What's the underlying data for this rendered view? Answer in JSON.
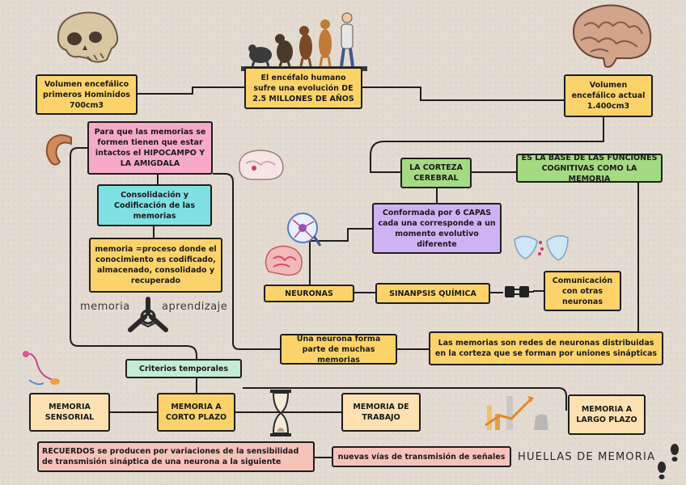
{
  "nodes": {
    "evolucion": "El encéfalo humano sufre una evolución DE 2.5 MILLONES DE AÑOS",
    "vol_hominidos": "Volumen encefálico primeros Hominidos 700cm3",
    "vol_actual": "Volumen encefálico actual 1.400cm3",
    "memorias_forman": "Para que las memorias se formen tienen que estar intactos el HIPOCAMPO Y LA AMIGDALA",
    "consolidacion": "Consolidación y Codificación de las memorias",
    "memoria_proceso": "memoria =proceso donde el conocimiento es codificado, almacenado, consolidado y recuperado",
    "corteza": "LA CORTEZA CEREBRAL",
    "base_funciones": "ES LA BASE DE LAS FUNCIONES COGNITIVAS COMO LA MEMORIA",
    "capas": "Conformada por 6 CAPAS cada una corresponde a un momento evolutivo diferente",
    "neuronas": "NEURONAS",
    "sinapsis": "SINANPSIS QUÍMICA",
    "comunicacion": "Comunicación con otras neuronas",
    "neurona_parte": "Una neurona forma parte de muchas memorias",
    "redes": "Las memorias son redes de neuronas distribuidas en la corteza que se forman por uniones sinápticas",
    "criterios": "Criterios temporales",
    "sensorial": "MEMORIA SENSORIAL",
    "corto_plazo": "MEMORIA A CORTO PLAZO",
    "trabajo": "MEMORIA DE TRABAJO",
    "largo_plazo": "MEMORIA A LARGO PLAZO",
    "recuerdos": "RECUERDOS se producen por variaciones de la sensibilidad de transmisión sináptica de una neurona a la siguiente",
    "nuevas_vias": "nuevas vías de transmisión de señales"
  },
  "labels": {
    "memoria": "memoria",
    "aprendizaje": "aprendizaje",
    "huellas": "HUELLAS DE MEMORIA"
  },
  "icons": [
    "skull-icon",
    "evolution-figures-icon",
    "brain-icon",
    "hippocampus-icon",
    "brain-section-icon",
    "neuron-cell-icon",
    "head-brain-icon",
    "synapse-icon",
    "plug-icon",
    "hands-icon",
    "hourglass-icon",
    "growth-chart-icon",
    "footprints-icon"
  ],
  "colors": {
    "yellow": "#fcd36b",
    "peach": "#fde1b2",
    "pink": "#f7a9c7",
    "cyan": "#7ee0e3",
    "lilac": "#cfb2f4",
    "green": "#a4da82",
    "mint": "#c4ebd3",
    "salmon": "#f6c3bb",
    "background": "#e3dbd1"
  }
}
